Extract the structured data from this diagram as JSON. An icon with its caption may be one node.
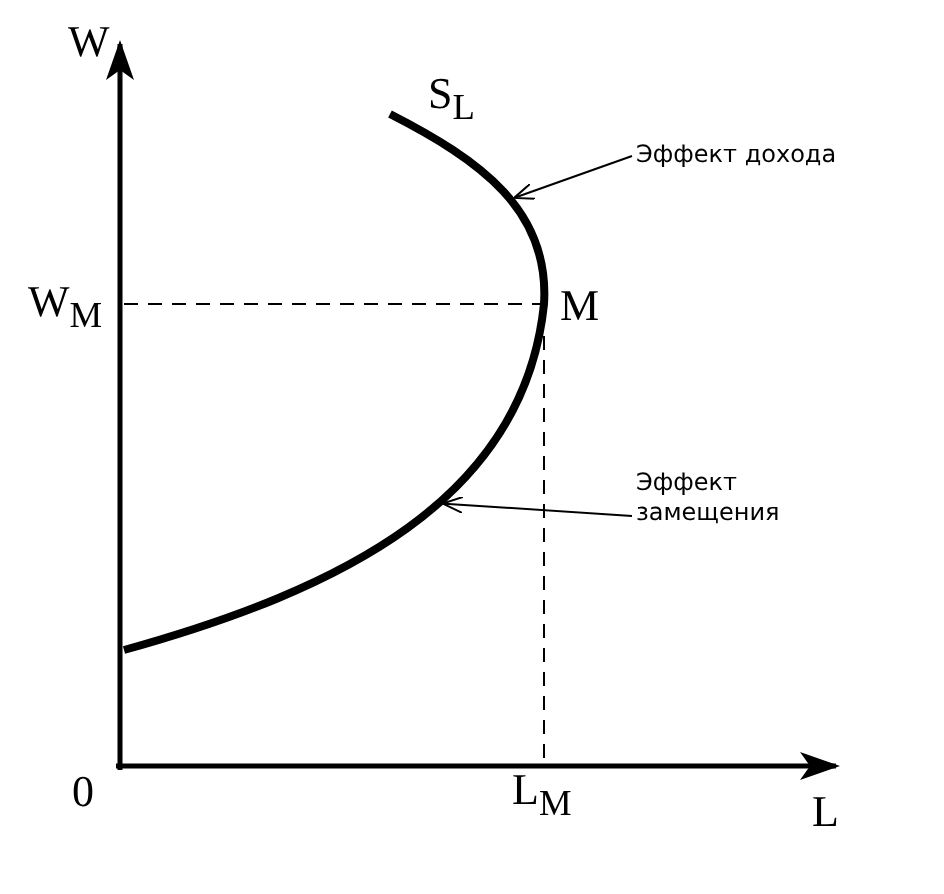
{
  "diagram": {
    "nodes": [
      {
        "text": [
          "Эффект дохода"
        ]
      },
      {
        "text": [
          "Эффект замещения"
        ]
      },
      {
        "text": [],
        "shape": "curve"
      }
    ],
    "edges": [
      {
        "from": 0,
        "to": 2,
        "arrow": "to"
      },
      {
        "from": 1,
        "to": 2,
        "arrow": "to"
      }
    ],
    "labels": [
      "W",
      "S$_{L}$",
      "W$_{M}$",
      "M",
      "0",
      "L$_{M}$",
      "L"
    ]
  }
}
